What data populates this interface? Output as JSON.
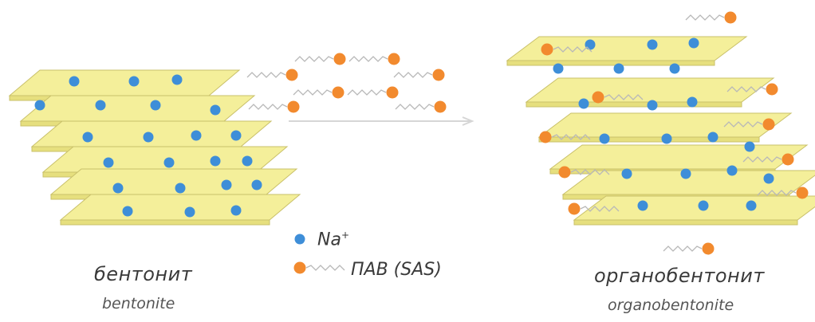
{
  "captions": {
    "left_ru": "бентонит",
    "left_en": "bentonite",
    "right_ru": "органобентонит",
    "right_en": "organobentonite"
  },
  "legend": {
    "na_label": "Na",
    "na_sup": "+",
    "sas_label": "ПАВ (SAS)"
  },
  "colors": {
    "layer_fill": "#f4ef9a",
    "layer_stroke": "#c9c06a",
    "na_ion": "#3e8ed8",
    "sas_head": "#f28a2e",
    "sas_tail": "#b8b8b8"
  }
}
